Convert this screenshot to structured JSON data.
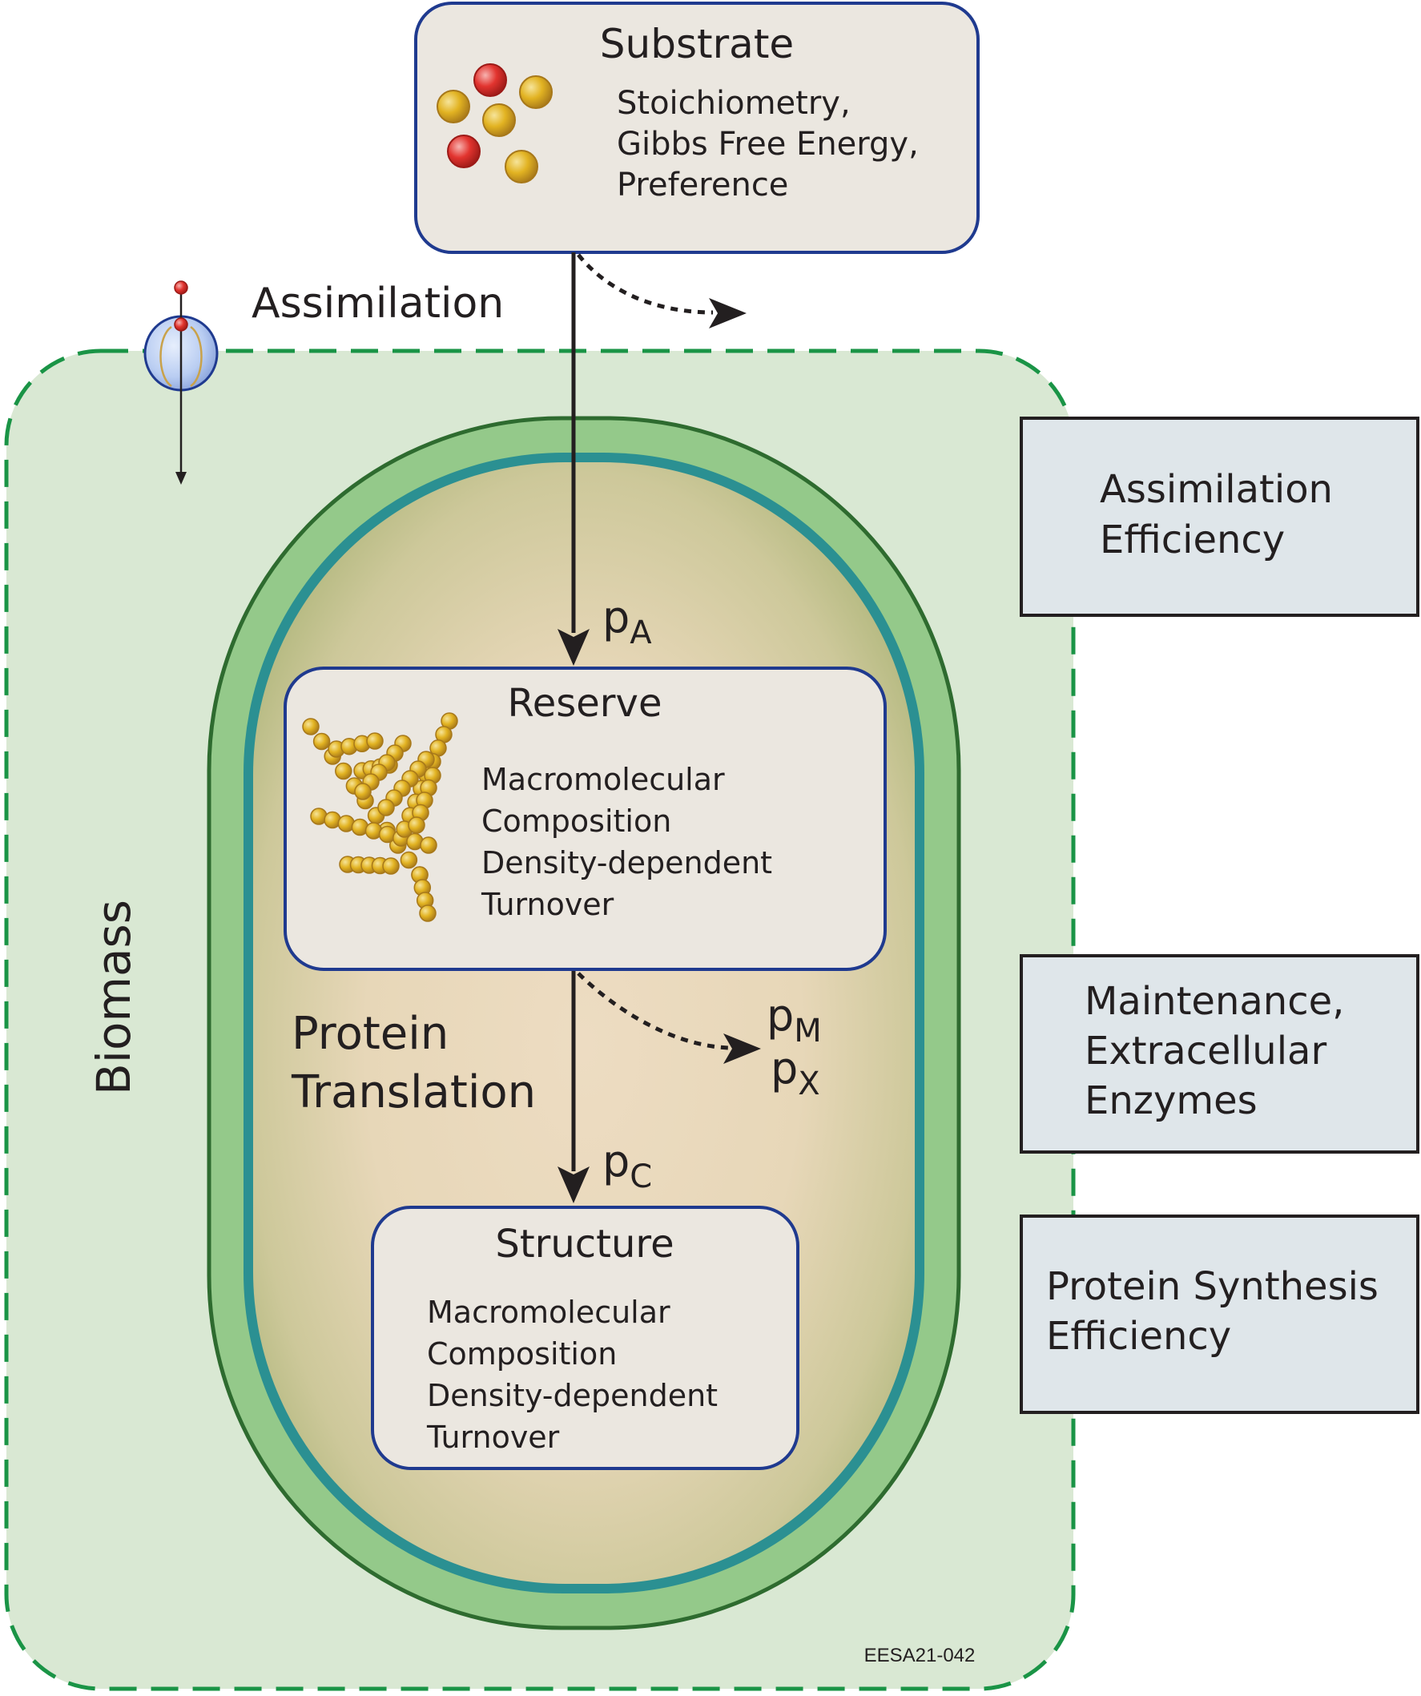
{
  "substrate": {
    "title": "Substrate",
    "lines": [
      "Stoichiometry,",
      "Gibbs Free Energy,",
      "Preference"
    ]
  },
  "assimilation_label": "Assimilation",
  "biomass_label": "Biomass",
  "flux_labels": {
    "assimilation": {
      "p": "p",
      "sub": "A"
    },
    "maintenance": {
      "p": "p",
      "sub": "M"
    },
    "enzymes": {
      "p": "p",
      "sub": "X"
    },
    "growth": {
      "p": "p",
      "sub": "C"
    }
  },
  "reserve": {
    "title": "Reserve",
    "lines": [
      "Macromolecular",
      "Composition",
      "Density-dependent",
      "Turnover"
    ]
  },
  "protein_translation": [
    "Protein",
    "Translation"
  ],
  "structure": {
    "title": "Structure",
    "lines": [
      "Macromolecular",
      "Composition",
      "Density-dependent",
      "Turnover"
    ]
  },
  "side_boxes": [
    {
      "lines": [
        "Assimilation",
        "Efficiency"
      ]
    },
    {
      "lines": [
        "Maintenance,",
        "Extracellular",
        "Enzymes"
      ]
    },
    {
      "lines": [
        "Protein Synthesis",
        "Efficiency"
      ]
    }
  ],
  "figure_id": "EESA21-042",
  "colors": {
    "biomass_fill": "#d9e8d3",
    "biomass_border": "#1a9446",
    "outer_membrane": "#94c98a",
    "outer_membrane_edge": "#2e6b2f",
    "inner_membrane": "#2b9092",
    "cytoplasm_center": "#eadcc0",
    "cytoplasm_edge": "#b5bb80",
    "box_fill": "#ebe7e0",
    "box_border": "#1f3a8f",
    "side_box_fill": "#dfe6ea",
    "glucose": "#e2b322",
    "red_sphere": "#e2342f"
  }
}
